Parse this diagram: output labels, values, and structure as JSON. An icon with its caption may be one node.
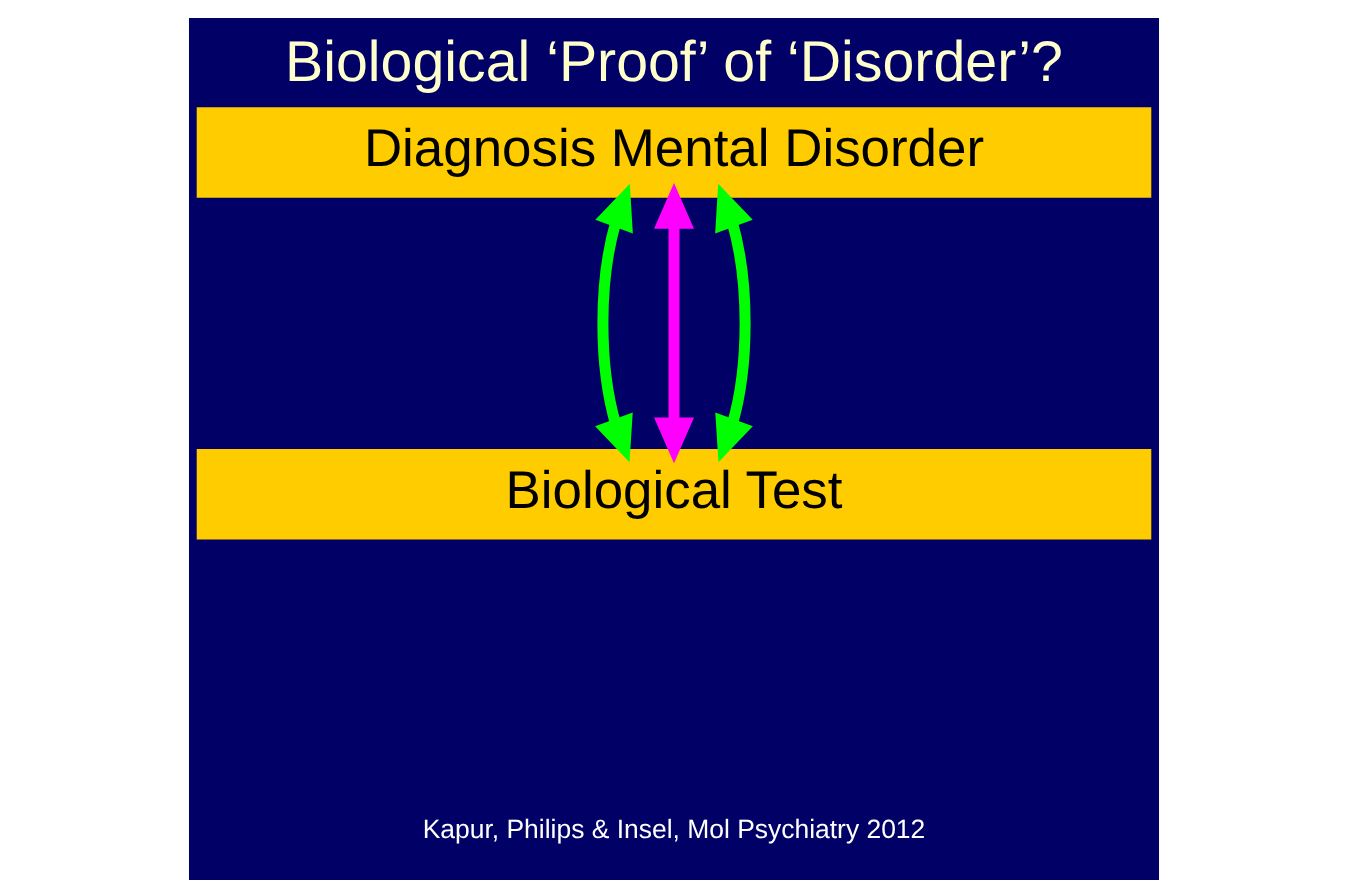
{
  "diagram": {
    "title": "Biological ‘Proof’ of ‘Disorder’?",
    "nodes": [
      {
        "text": [
          "Diagnosis Mental Disorder"
        ]
      },
      {
        "text": [
          "Biological Test"
        ]
      }
    ],
    "edges": [
      {
        "from": 0,
        "to": 1,
        "arrow": "both"
      },
      {
        "from": 0,
        "to": 1,
        "arrow": "both",
        "color": "#ff00ff"
      },
      {
        "from": 0,
        "to": 1,
        "arrow": "both"
      }
    ],
    "labels": [
      "Kapur, Philips & Insel, Mol Psychiatry 2012"
    ]
  }
}
